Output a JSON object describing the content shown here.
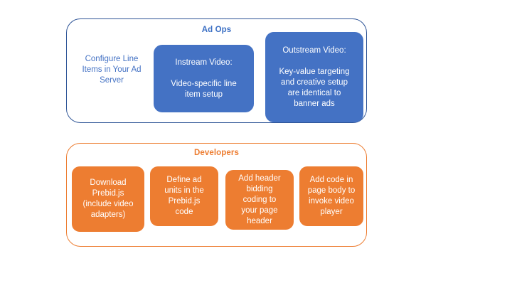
{
  "diagram": {
    "title_implicit": "",
    "colors": {
      "blue_fill": "#4472C4",
      "blue_border": "#2F5597",
      "blue_text": "#4472C4",
      "orange_fill": "#ED7D31",
      "orange_border": "#ED7D31",
      "orange_text": "#ED7D31",
      "node_text": "#FFFFFF",
      "background": "#FFFFFF"
    },
    "groups": [
      {
        "id": "ad-ops",
        "title": "Ad Ops",
        "plain_label": "Configure Line\nItems in Your Ad\nServer",
        "nodes": [
          {
            "id": "instream-video",
            "text": "Instream Video:\n\nVideo-specific line\nitem setup"
          },
          {
            "id": "outstream-video",
            "text": "Outstream Video:\n\nKey-value targeting\nand creative setup\nare identical to\nbanner ads"
          }
        ]
      },
      {
        "id": "developers",
        "title": "Developers",
        "nodes": [
          {
            "id": "download-prebid",
            "text": "Download\nPrebid.js\n(include video\nadapters)"
          },
          {
            "id": "define-ad-units",
            "text": "Define ad\nunits in the\nPrebid.js\ncode"
          },
          {
            "id": "add-header-bidding",
            "text": "Add header\nbidding\ncoding to\nyour page\nheader"
          },
          {
            "id": "add-page-body-code",
            "text": "Add code in\npage body to\ninvoke video\nplayer"
          }
        ]
      }
    ]
  }
}
